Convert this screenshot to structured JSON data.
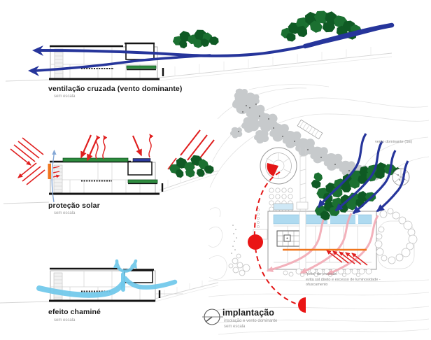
{
  "sections": [
    {
      "id": "ventilacao",
      "title": "ventilação cruzada (vento dominante)",
      "subtitle": "sem escala"
    },
    {
      "id": "protecao",
      "title": "proteção solar",
      "subtitle": "sem escala"
    },
    {
      "id": "chamine",
      "title": "efeito chaminé",
      "subtitle": "sem escala"
    }
  ],
  "site_plan": {
    "title": "implantação",
    "subtitle_line1": "insolação e vento dominante",
    "subtitle_line2": "sem escala",
    "wind_label": "vento dominante (SE)",
    "skin_note_line1": "\"pele\" de proteção",
    "skin_note_line2": "evita sol direto e excesso de luminosidade -",
    "skin_note_line3": "ofuscamento"
  },
  "colors": {
    "wind_blue": "#26359b",
    "airflow_cyan": "#6fc8ea",
    "sun_red": "#e01f1f",
    "skin_orange": "#f0761d",
    "tree_green": "#1b7031",
    "filtered_wind_pink": "#f2a9b4",
    "rock_gray": "#c7cacc",
    "green_roof": "#2e8c3e"
  }
}
